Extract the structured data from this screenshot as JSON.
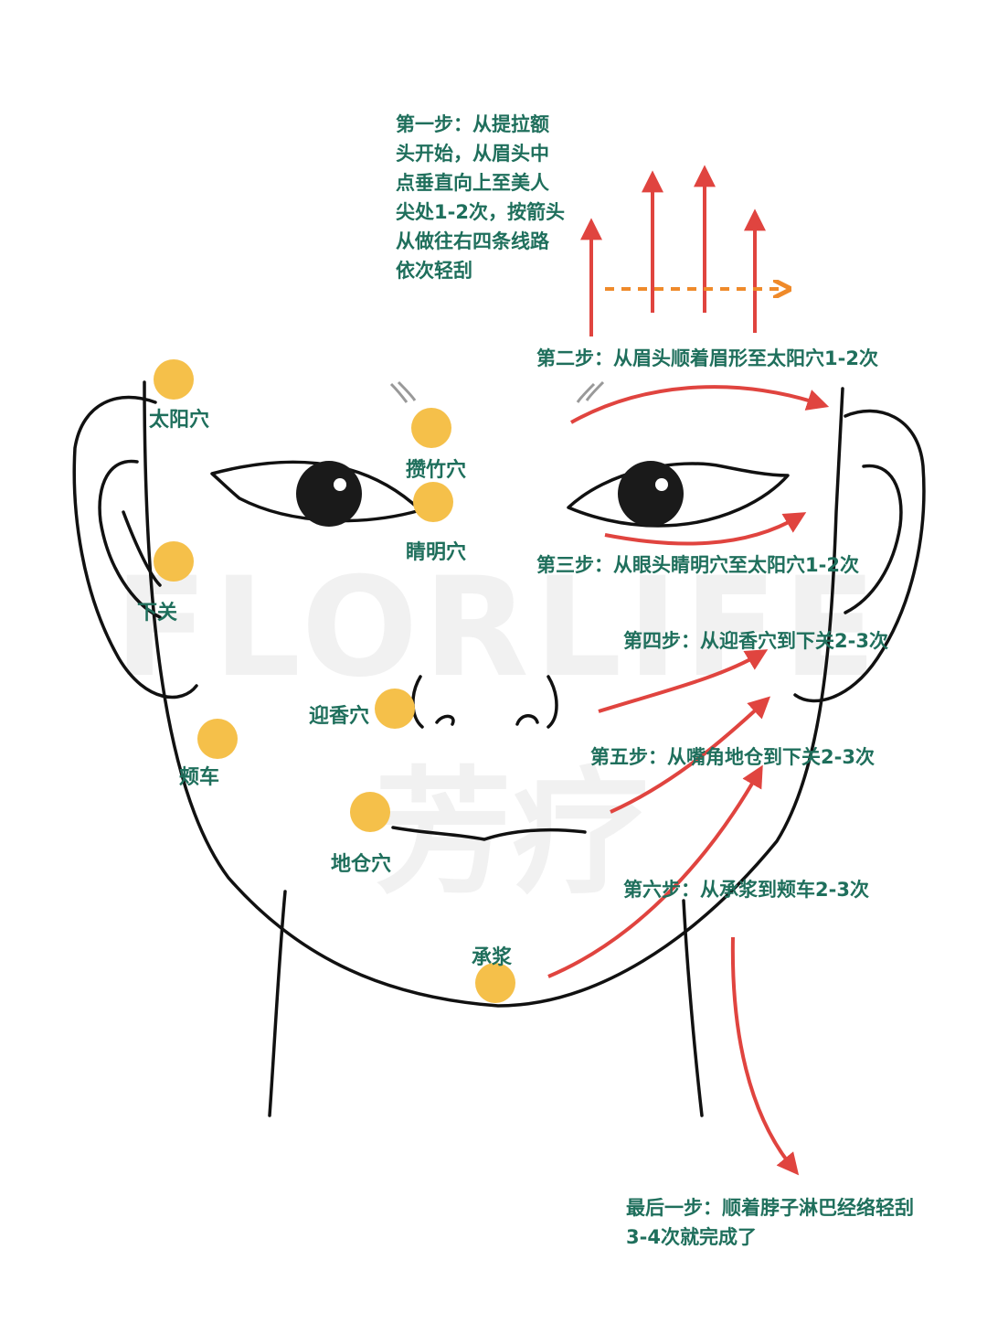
{
  "watermark": {
    "latin": "FLORLIFE",
    "cn": "芳疗"
  },
  "colors": {
    "label": "#1f6f5c",
    "point": "#f5c04a",
    "arrow": "#e0443f",
    "dashed": "#ef8a2a",
    "line": "#111111"
  },
  "acupoints": [
    {
      "label": "太阳穴"
    },
    {
      "label": "攒竹穴"
    },
    {
      "label": "睛明穴"
    },
    {
      "label": "下关"
    },
    {
      "label": "迎香穴"
    },
    {
      "label": "颊车"
    },
    {
      "label": "地仓穴"
    },
    {
      "label": "承浆"
    }
  ],
  "steps": {
    "step1": "第一步：从提拉额头开始，从眉头中点垂直向上至美人尖处1-2次，按箭头从做往右四条线路依次轻刮",
    "step2": "第二步：从眉头顺着眉形至太阳穴1-2次",
    "step3": "第三步：从眼头睛明穴至太阳穴1-2次",
    "step4": "第四步：从迎香穴到下关2-3次",
    "step5": "第五步：从嘴角地仓到下关2-3次",
    "step6": "第六步：从承浆到颊车2-3次",
    "final": "最后一步：顺着脖子淋巴经络轻刮3-4次就完成了"
  }
}
